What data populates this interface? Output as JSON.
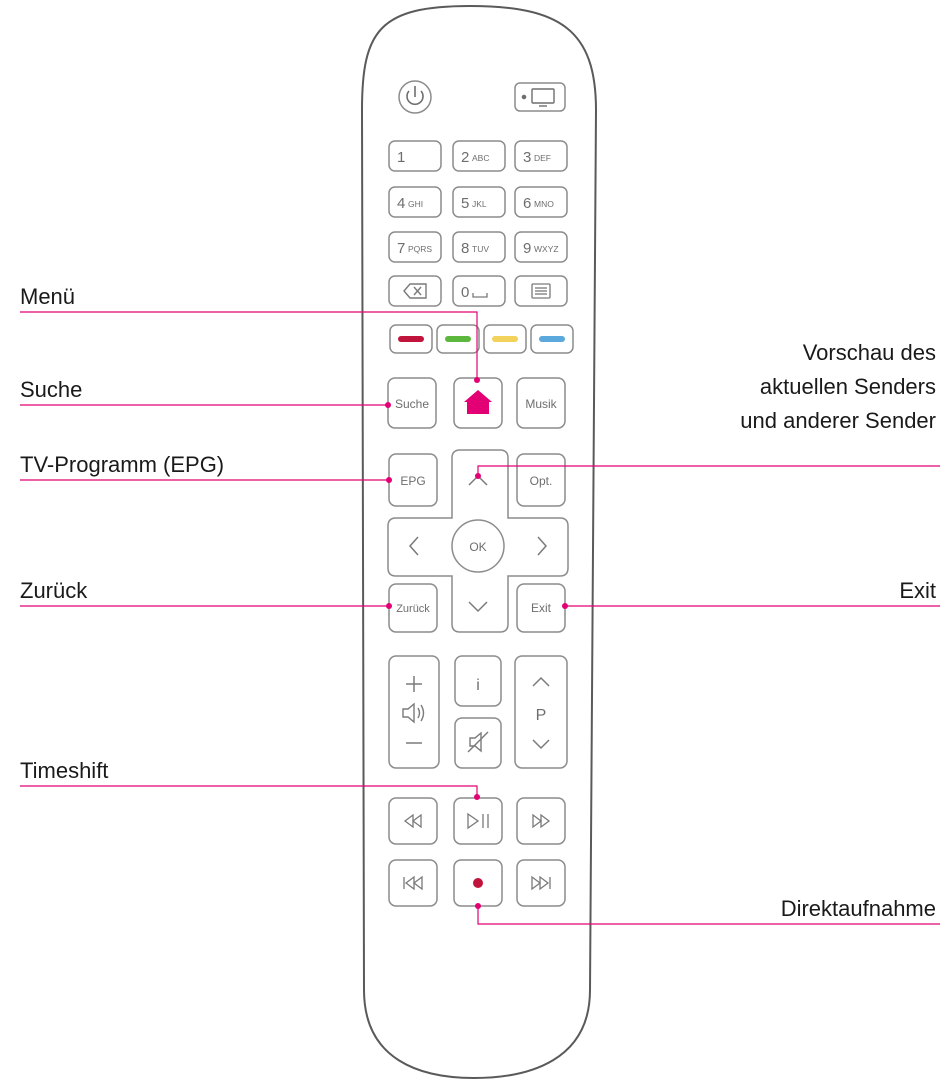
{
  "labels": {
    "menu": "Menü",
    "suche": "Suche",
    "epg": "TV-Programm (EPG)",
    "zurueck": "Zurück",
    "timeshift": "Timeshift",
    "vorschau_1": "Vorschau des",
    "vorschau_2": "aktuellen Senders",
    "vorschau_3": "und anderer Sender",
    "exit": "Exit",
    "direktaufnahme": "Direktaufnahme"
  },
  "remote": {
    "keypad": [
      {
        "digit": "1",
        "letters": ""
      },
      {
        "digit": "2",
        "letters": "ABC"
      },
      {
        "digit": "3",
        "letters": "DEF"
      },
      {
        "digit": "4",
        "letters": "GHI"
      },
      {
        "digit": "5",
        "letters": "JKL"
      },
      {
        "digit": "6",
        "letters": "MNO"
      },
      {
        "digit": "7",
        "letters": "PQRS"
      },
      {
        "digit": "8",
        "letters": "TUV"
      },
      {
        "digit": "9",
        "letters": "WXYZ"
      },
      {
        "digit": "0",
        "letters": ""
      }
    ],
    "btn_suche": "Suche",
    "btn_musik": "Musik",
    "btn_epg": "EPG",
    "btn_opt": "Opt.",
    "btn_ok": "OK",
    "btn_zurueck": "Zurück",
    "btn_exit": "Exit",
    "btn_info": "i",
    "btn_p": "P"
  },
  "colors": {
    "accent": "#e20074",
    "red": "#c0143c",
    "green": "#5cb83c",
    "yellow": "#f2d25a",
    "blue": "#5aa8dc",
    "outline": "#8c8c8c"
  }
}
